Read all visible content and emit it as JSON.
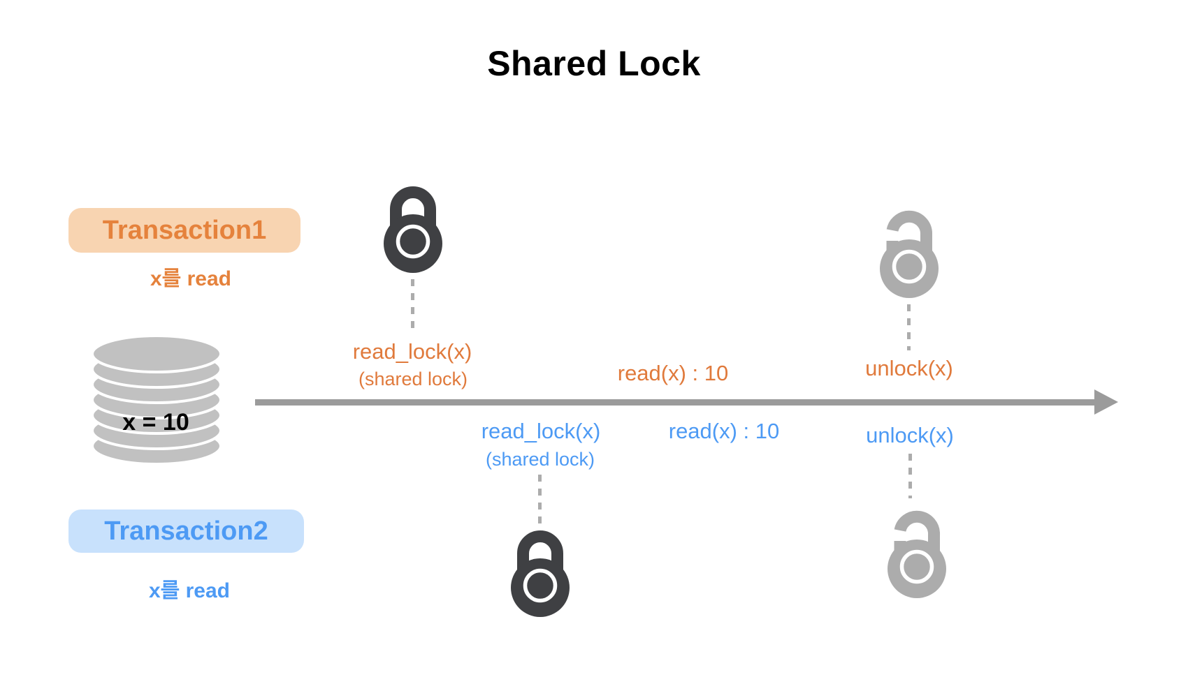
{
  "title": "Shared Lock",
  "database": {
    "value": "x = 10"
  },
  "transaction1": {
    "name": "Transaction1",
    "action": "x를 read",
    "read_lock": "read_lock(x)",
    "shared_lock": "(shared lock)",
    "read_result": "read(x) : 10",
    "unlock": "unlock(x)"
  },
  "transaction2": {
    "name": "Transaction2",
    "action": "x를 read",
    "read_lock": "read_lock(x)",
    "shared_lock": "(shared lock)",
    "read_result": "read(x) : 10",
    "unlock": "unlock(x)"
  },
  "colors": {
    "orange_text": "#E07A3C",
    "orange_badge_bg": "#F8D4B1",
    "blue_text": "#4D9AF4",
    "blue_badge_bg": "#C8E1FC",
    "locked_padlock": "#3F4043",
    "unlocked_padlock": "#ACACAC",
    "timeline_gray": "#9B9B9B",
    "database_gray": "#C1C1C1"
  },
  "icons": {
    "locked": "padlock-locked-icon",
    "unlocked": "padlock-unlocked-icon",
    "database": "database-cylinder-icon",
    "timeline": "timeline-arrow"
  }
}
